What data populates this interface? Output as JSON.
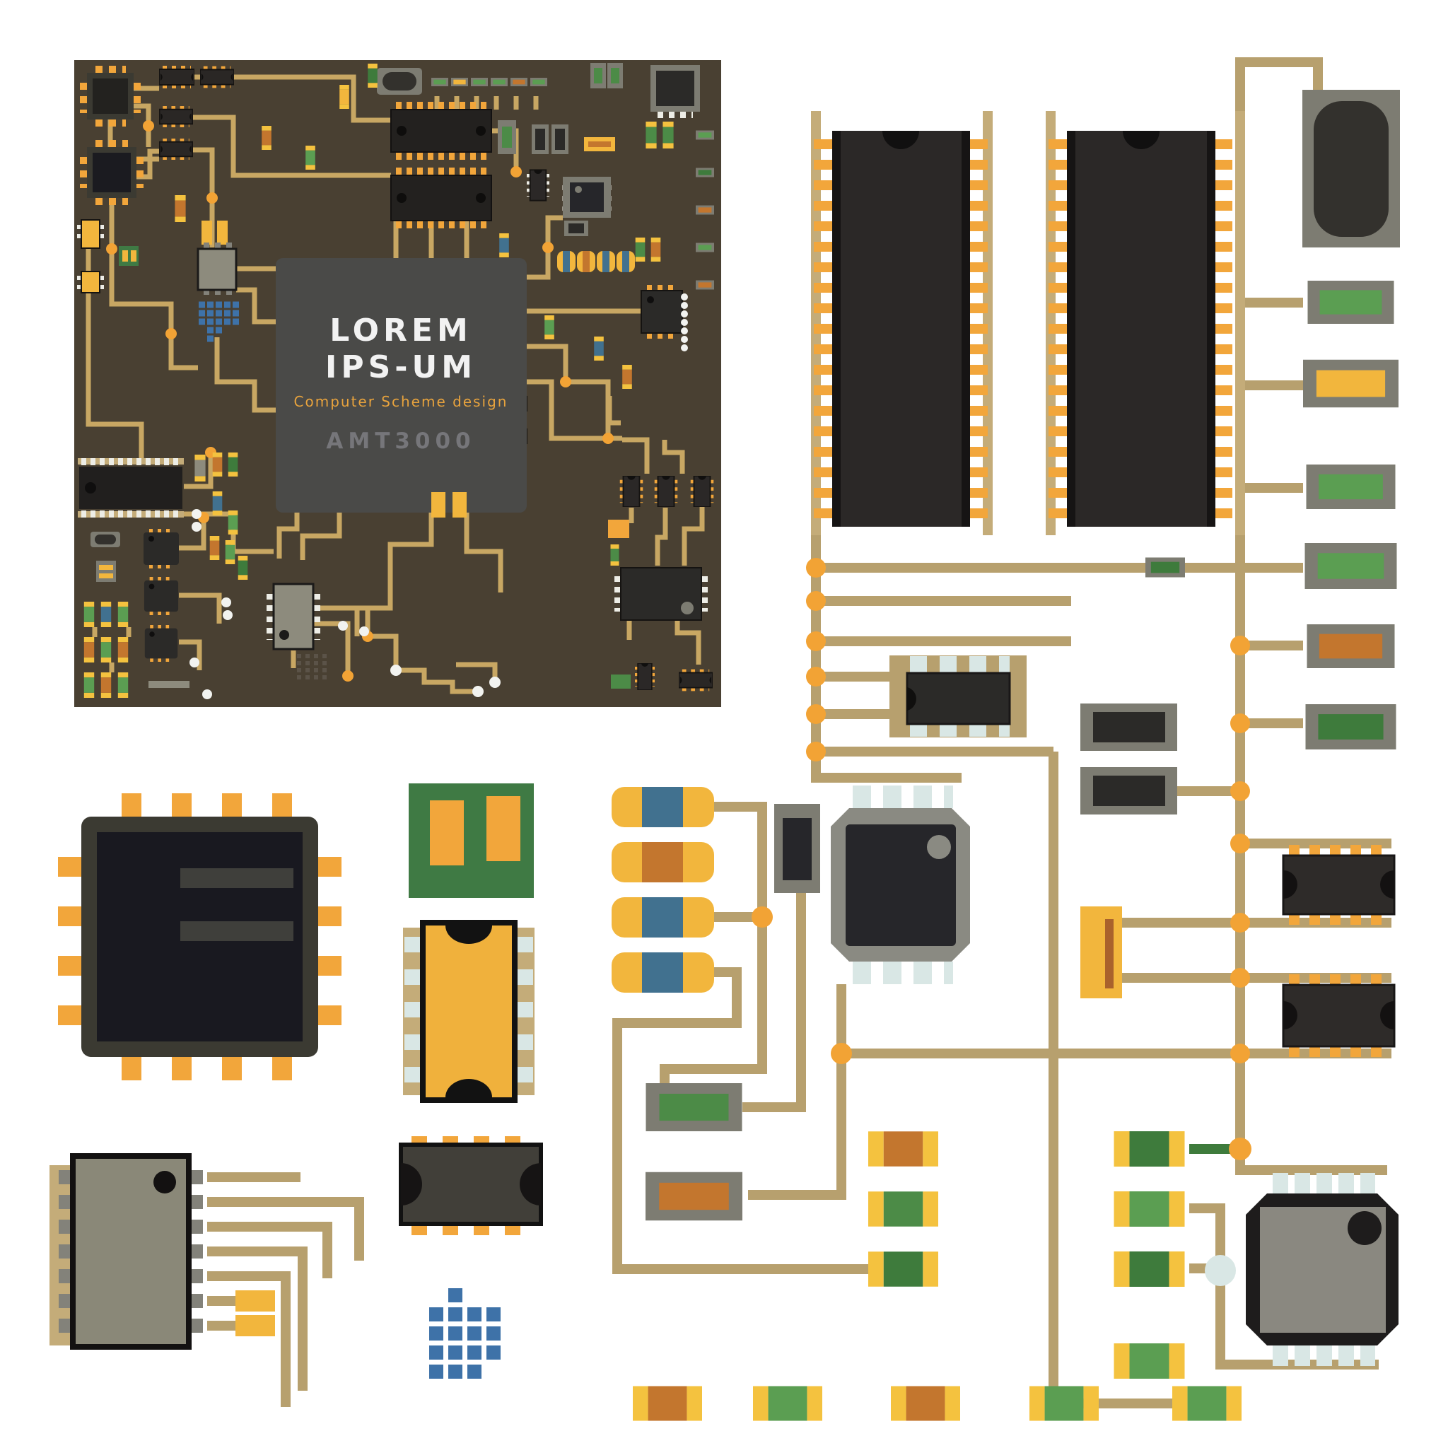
{
  "cpu_chip": {
    "title_line1": "LOREM",
    "title_line2": "IPS-UM",
    "subtitle": "Computer Scheme design",
    "model": "AMT3000"
  },
  "palette": {
    "background": "#FFFFFF",
    "board": "#494032",
    "board_trace": "#C8A763",
    "external_wire": "#B7A06E",
    "pin_yellow": "#F2A63B",
    "cap_yellow": "#F4C23F",
    "axial_body_yellow": "#F2B63D",
    "resistor_green_light": "#5B9E52",
    "resistor_green_mid": "#4C8B47",
    "resistor_green_dark": "#3E7B3C",
    "resistor_orange": "#C3762E",
    "resistor_blue": "#41718F",
    "chip_body_dark": "#2B2A28",
    "chip_border_black": "#151311",
    "cpu_face_gray": "#4A4A48",
    "frame_gray": "#7D7C72",
    "pin_light_blue": "#D9E7E5",
    "junction_orange": "#F2A335",
    "dot_matrix_blue": "#3E72A8",
    "soic_gray": "#8A8878",
    "text_white": "#F2F2F2",
    "text_orange": "#E8A33D",
    "text_gray": "#76767A"
  }
}
